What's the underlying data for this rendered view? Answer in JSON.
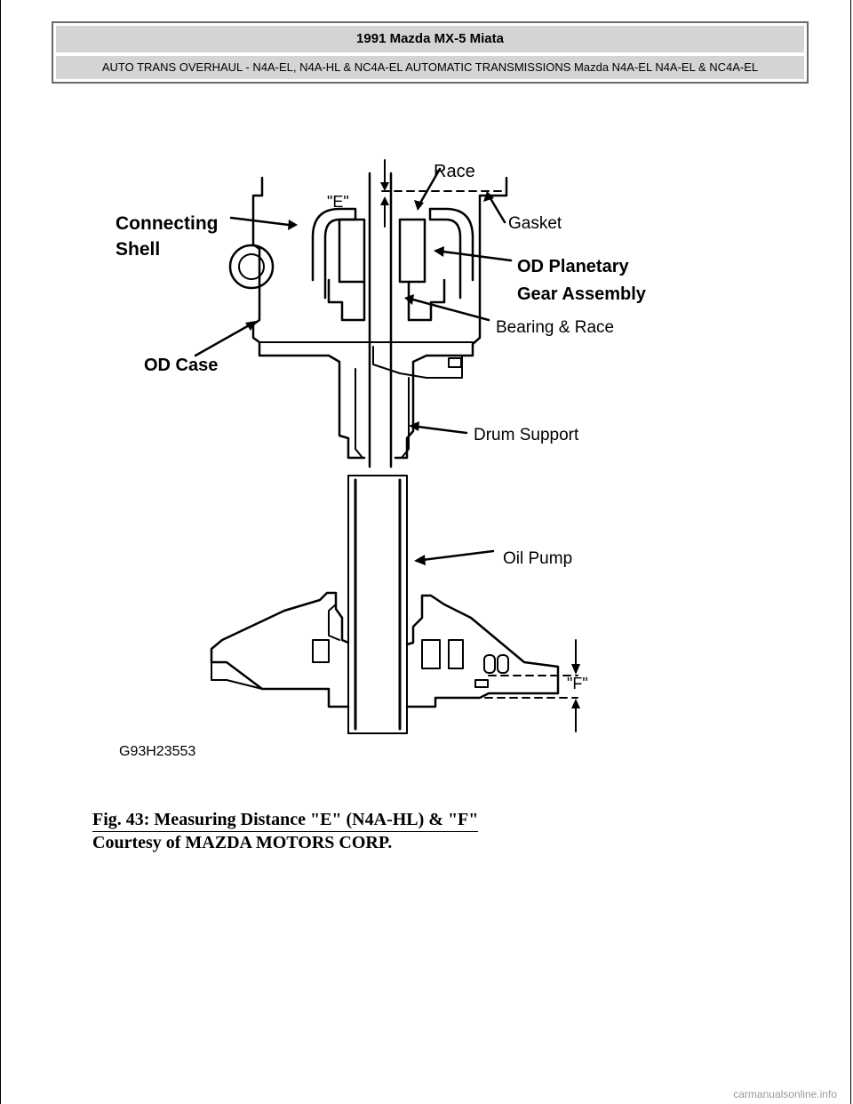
{
  "header": {
    "title": "1991 Mazda MX-5 Miata",
    "subtitle": "AUTO TRANS OVERHAUL - N4A-EL, N4A-HL & NC4A-EL AUTOMATIC TRANSMISSIONS Mazda N4A-EL N4A-EL & NC4A-EL"
  },
  "figure": {
    "labels": {
      "race": "Race",
      "e_mark": "\"E\"",
      "gasket": "Gasket",
      "connecting_shell_1": "Connecting",
      "connecting_shell_2": "Shell",
      "od_planetary_1": "OD Planetary",
      "od_planetary_2": "Gear Assembly",
      "bearing_race": "Bearing & Race",
      "od_case": "OD Case",
      "drum_support": "Drum Support",
      "oil_pump": "Oil Pump",
      "f_mark": "\"F\"",
      "code": "G93H23553"
    }
  },
  "caption": {
    "title": "Fig. 43: Measuring Distance \"E\" (N4A-HL) & \"F\"",
    "courtesy": "Courtesy of MAZDA MOTORS CORP."
  },
  "footer": {
    "watermark": "carmanualsonline.info"
  }
}
